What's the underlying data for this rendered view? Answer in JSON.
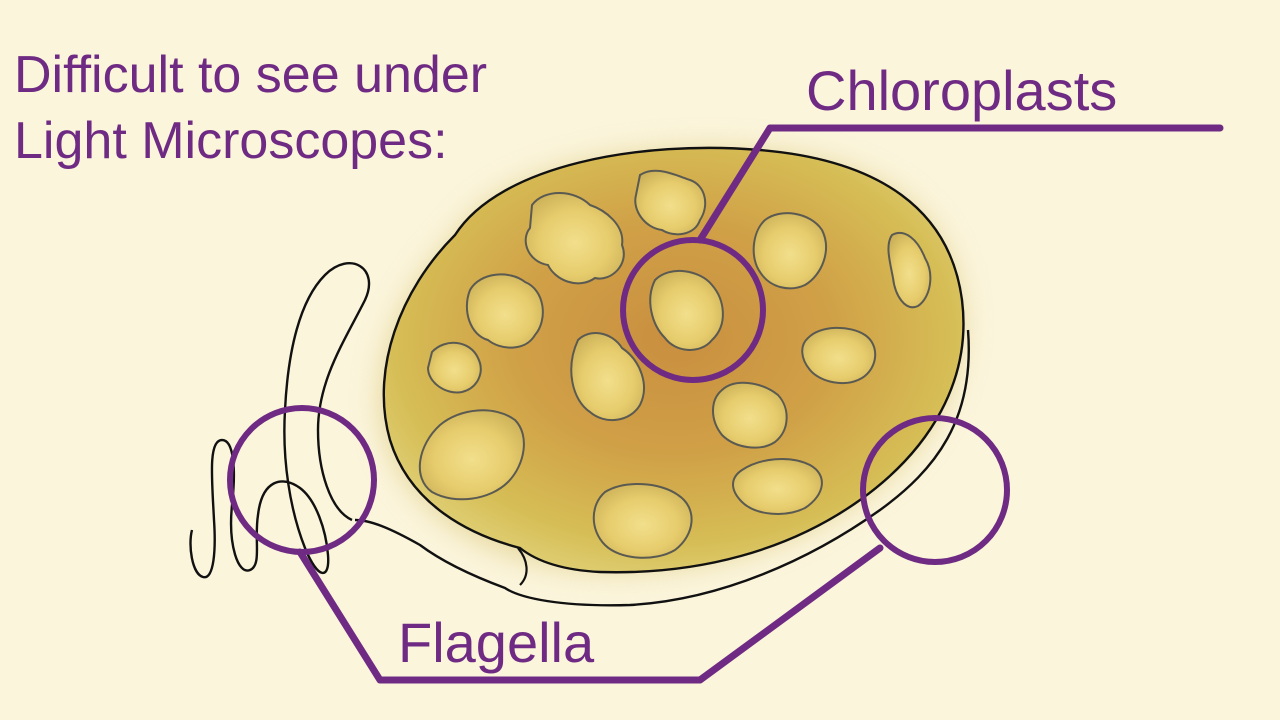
{
  "heading": {
    "line1": "Difficult to see under",
    "line2": "Light Microscopes:"
  },
  "labels": {
    "chloroplasts": "Chloroplasts",
    "flagella": "Flagella"
  },
  "colors": {
    "background": "#fbf5dc",
    "accent": "#6f2b83",
    "outline": "#111111",
    "cell_fill": "#d3ad4c",
    "cell_center": "#c99441",
    "chloroplast_fill": "#ecd276",
    "chloroplast_outline": "#5a5a52"
  }
}
